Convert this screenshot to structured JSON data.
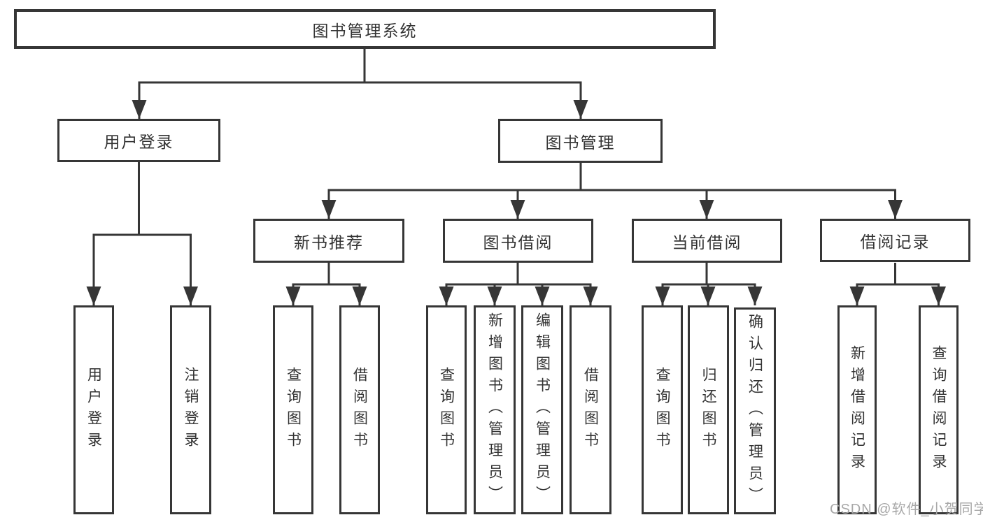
{
  "tree": {
    "root": "图书管理系统",
    "branches": [
      {
        "label": "用户登录",
        "children": [
          "用户登录",
          "注销登录"
        ]
      },
      {
        "label": "图书管理",
        "groups": [
          {
            "label": "新书推荐",
            "children": [
              "查询图书",
              "借阅图书"
            ]
          },
          {
            "label": "图书借阅",
            "children": [
              "查询图书",
              "新增图书（管理员）",
              "编辑图书（管理员）",
              "借阅图书"
            ]
          },
          {
            "label": "当前借阅",
            "children": [
              "查询图书",
              "归还图书",
              "确认归还（管理员）"
            ]
          },
          {
            "label": "借阅记录",
            "children": [
              "新增借阅记录",
              "查询借阅记录"
            ]
          }
        ]
      }
    ]
  },
  "watermark": "CSDN @软件_小贺同学",
  "colors": {
    "line": "#363636",
    "text": "#333333",
    "watermark": "#a8a8a8",
    "background": "#ffffff"
  }
}
